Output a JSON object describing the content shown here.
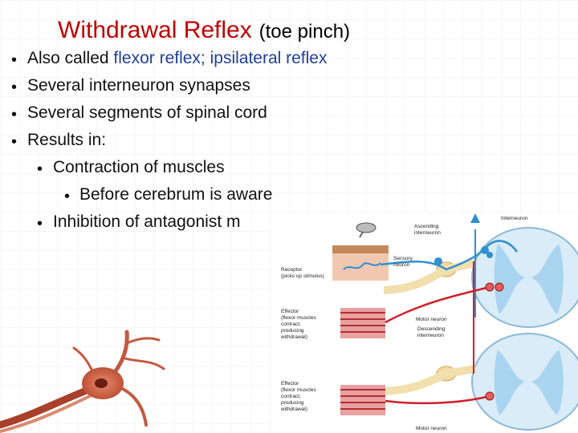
{
  "title": {
    "main": "Withdrawal Reflex",
    "sub": "(toe pinch)"
  },
  "bullets": {
    "b1_prefix": "Also called ",
    "b1_highlight": "flexor reflex; ipsilateral reflex",
    "b2": "Several interneuron synapses",
    "b3": "Several segments of spinal cord",
    "b4": "Results in:",
    "sub1": "Contraction of muscles",
    "subsub1": "Before cerebrum is aware",
    "sub2": "Inhibition of antagonist m"
  },
  "bullet_glyph": "•",
  "diagram_labels": {
    "interneuron": "Interneuron",
    "ascending_1": "Ascending",
    "ascending_2": "interneuron",
    "receptor_1": "Receptor",
    "receptor_2": "(picks up stimulus)",
    "sensory_1": "Sensory",
    "sensory_2": "neuron",
    "effector1_1": "Effector",
    "effector1_2": "(flexor muscles",
    "effector1_3": "contract,",
    "effector1_4": "producing",
    "effector1_5": "withdrawal)",
    "motor1": "Motor neuron",
    "descending_1": "Descending",
    "descending_2": "interneuron",
    "effector2_1": "Effector",
    "effector2_2": "(flexor muscles",
    "effector2_3": "contract,",
    "effector2_4": "producing",
    "effector2_5": "withdrawal)",
    "motor2": "Motor neuron"
  },
  "colors": {
    "title": "#c00000",
    "highlight": "#1f3f9a",
    "sensory": "#2f8fd0",
    "motor": "#d0202a",
    "cord": "#a9d4ef",
    "muscle": "#b03030"
  }
}
